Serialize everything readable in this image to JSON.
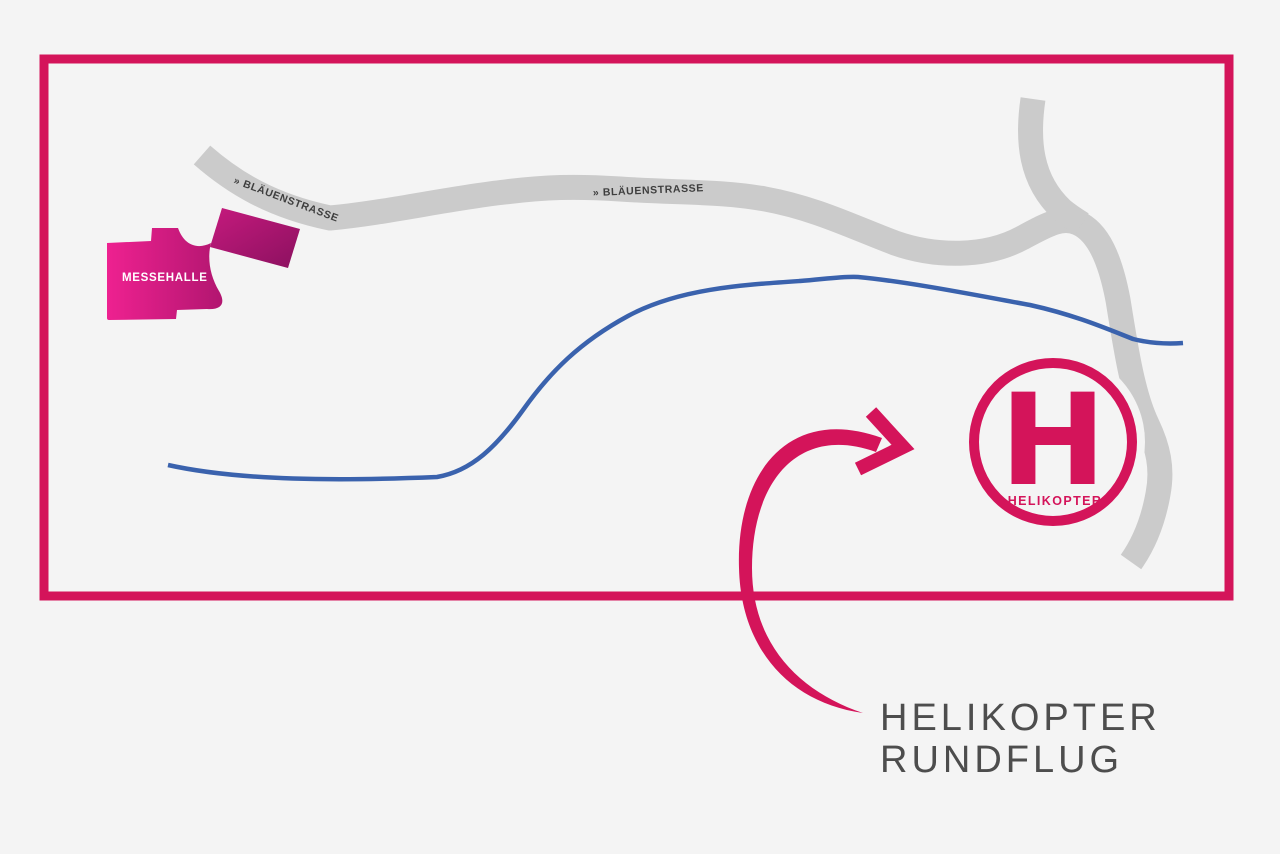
{
  "map": {
    "background_color": "#f4f4f4",
    "frame_color": "#d4145a",
    "road_color": "#cbcbcb",
    "river_color": "#3a62ad",
    "arrow_color": "#d4145a",
    "street_labels": {
      "upper": "» BLÄUENSTRASSE",
      "middle": "» BLÄUENSTRASSE",
      "text_color": "#3e3e3e"
    },
    "building": {
      "label": "MESSEHALLE",
      "label_color": "#ffffff",
      "gradient_start": "#ee2190",
      "gradient_end": "#b21670",
      "annex_gradient_start": "#c51a7d",
      "annex_gradient_end": "#8e1161"
    },
    "helipad": {
      "symbol": "H",
      "label": "HELIKOPTER",
      "color": "#d4145a"
    },
    "caption": {
      "line1": "HELIKOPTER",
      "line2": "RUNDFLUG",
      "color": "#4d4d4d"
    }
  }
}
